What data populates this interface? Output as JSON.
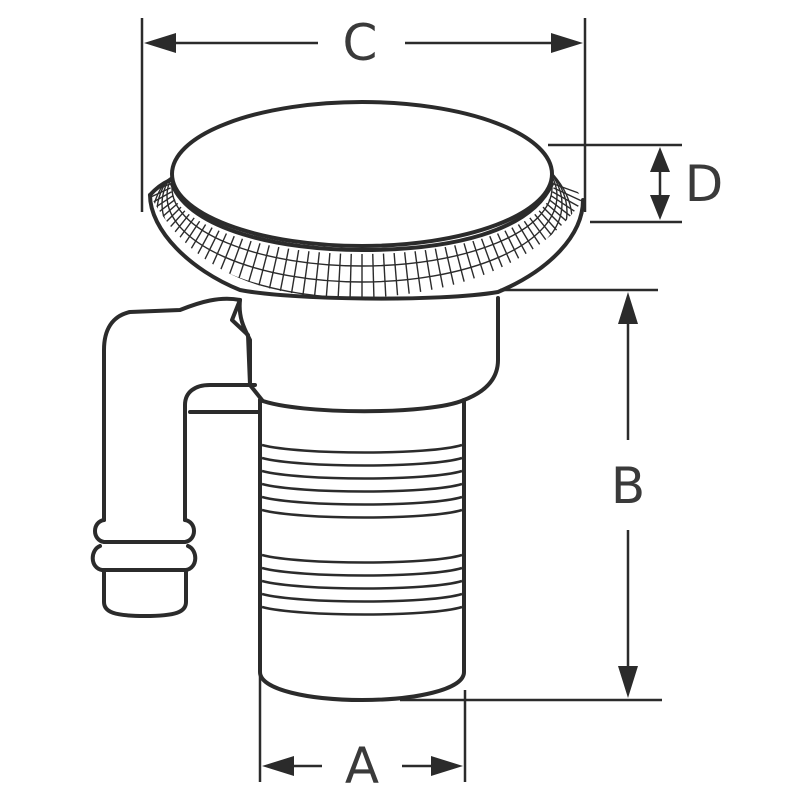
{
  "diagram": {
    "labels": {
      "a": "A",
      "b": "B",
      "c": "C",
      "d": "D"
    },
    "colors": {
      "line": "#2b2b2b",
      "text": "#3a3a3a",
      "background": "#ffffff"
    }
  }
}
